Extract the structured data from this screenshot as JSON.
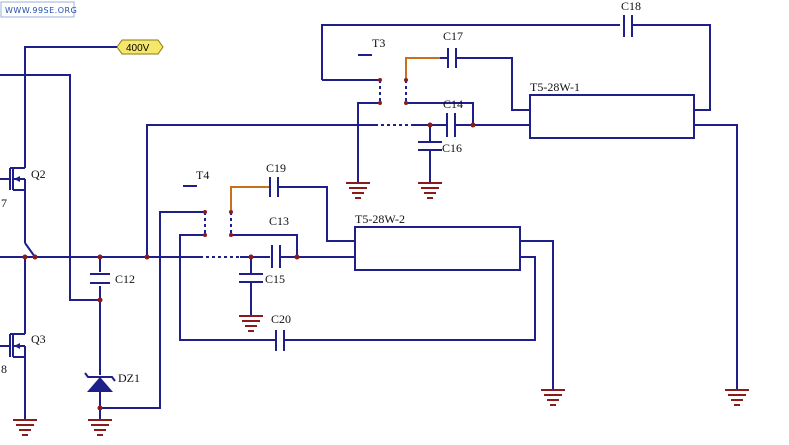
{
  "watermark": "WWW.99SE.ORG",
  "voltage_tag": "400V",
  "components": {
    "q2": "Q2",
    "q3": "Q3",
    "q2_pin": "7",
    "q3_pin": "8",
    "c12": "C12",
    "c13": "C13",
    "c14": "C14",
    "c15": "C15",
    "c16": "C16",
    "c17": "C17",
    "c18": "C18",
    "c19": "C19",
    "c20": "C20",
    "dz1": "DZ1",
    "t3": "T3",
    "t4": "T4",
    "lamp1": "T5-28W-1",
    "lamp2": "T5-28W-2"
  },
  "colors": {
    "wire": "#1f1f8a",
    "switch": "#c8701e",
    "ground": "#8b1a1a",
    "tag_fill": "#f5e76a"
  }
}
